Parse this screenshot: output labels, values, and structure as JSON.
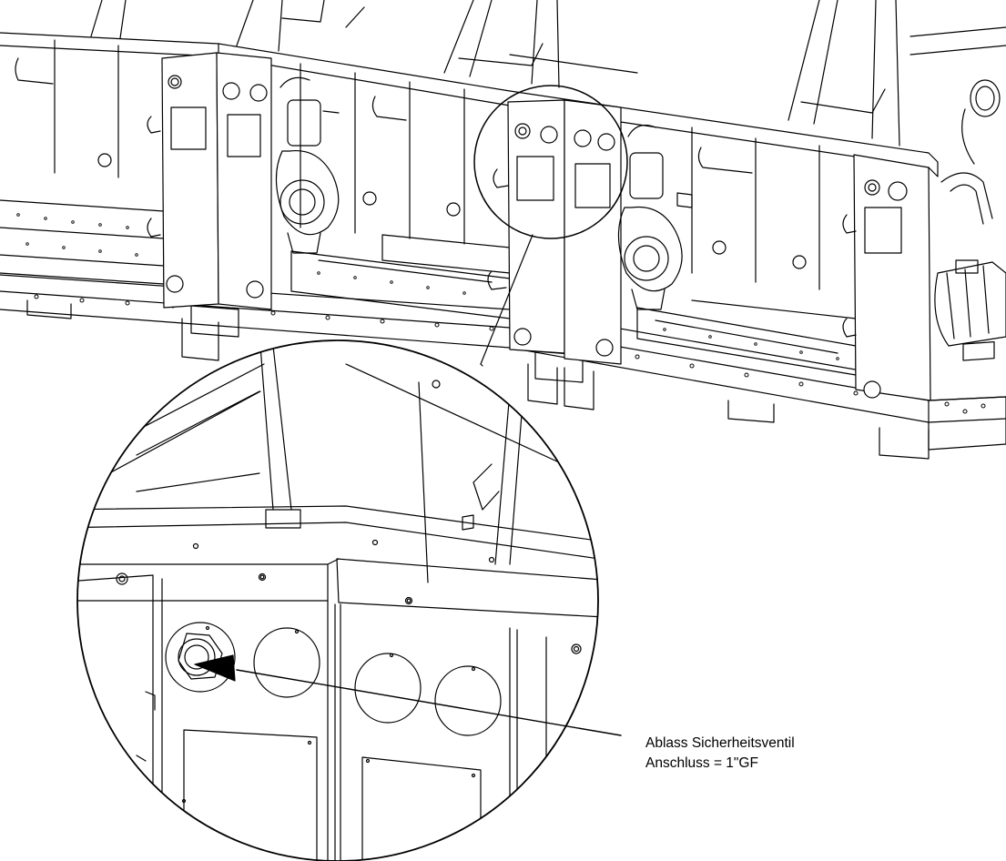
{
  "figure": {
    "callout": {
      "line1": "Ablass Sicherheitsventil",
      "line2": "Anschluss = 1\"GF"
    },
    "colors": {
      "stroke": "#000000",
      "background": "#ffffff",
      "panel_fill": "#ffffff"
    },
    "icons": {
      "detail_circle": "magnifier-circle",
      "valve": "hex-nut-fitting",
      "arrow": "leader-arrow"
    }
  }
}
